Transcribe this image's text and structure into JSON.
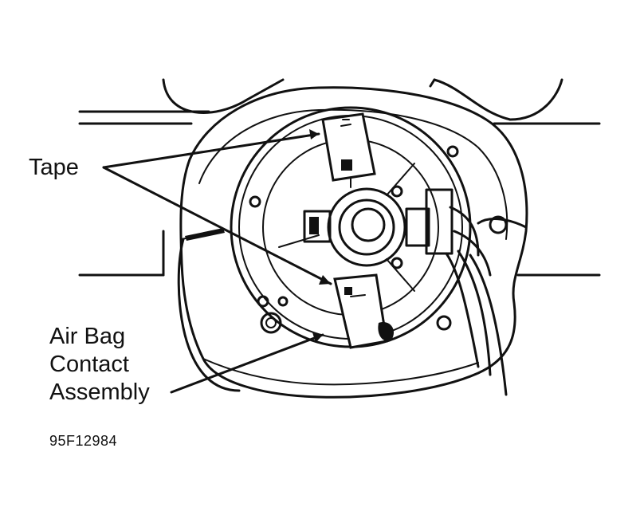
{
  "labels": {
    "tape": "Tape",
    "airbag_line1": "Air Bag",
    "airbag_line2": "Contact",
    "airbag_line3": "Assembly"
  },
  "figure_code": "95F12984"
}
